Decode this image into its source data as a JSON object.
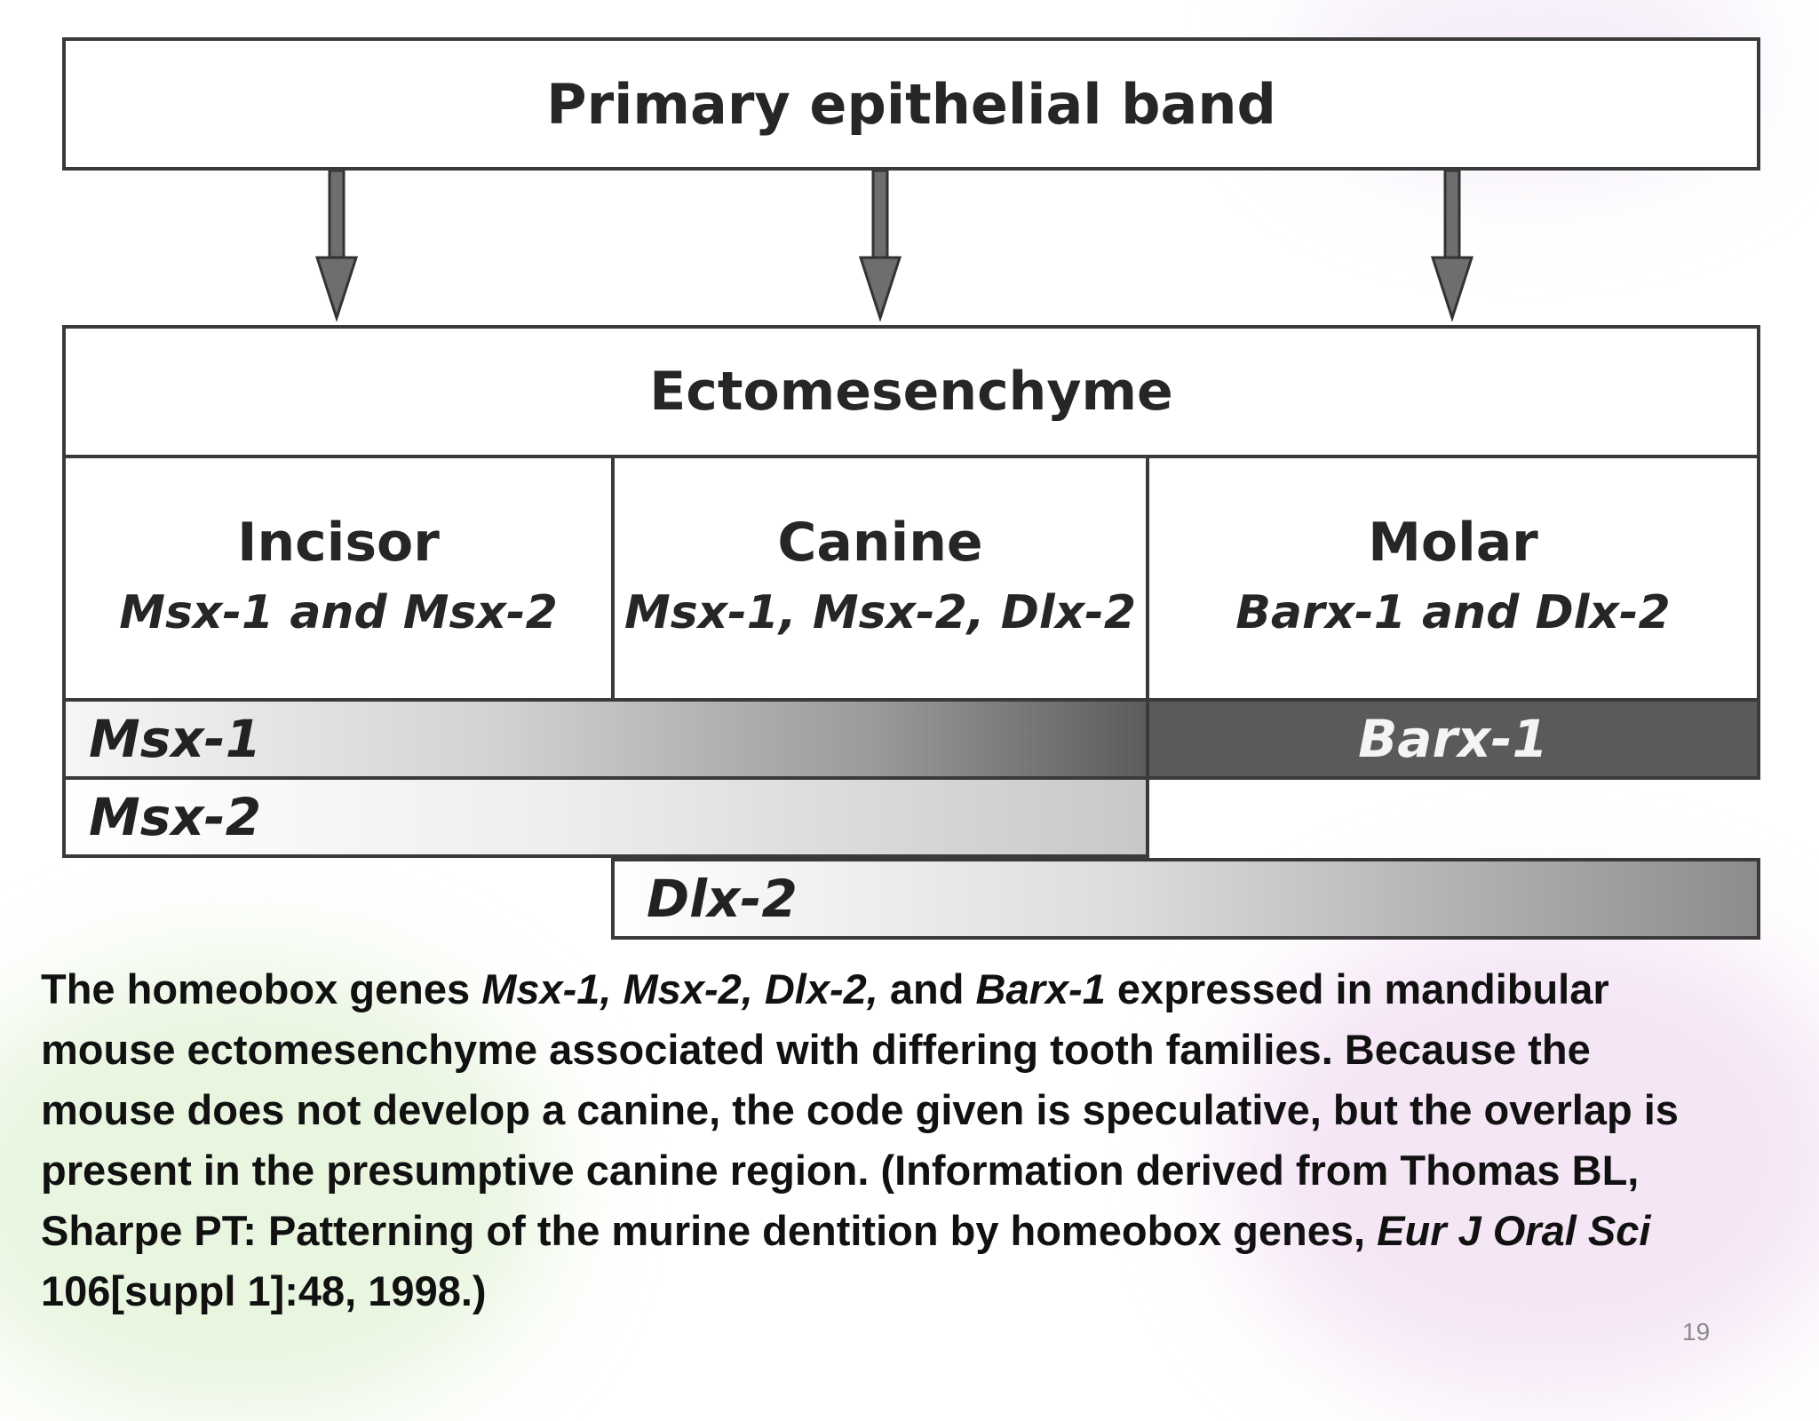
{
  "diagram": {
    "top_box": {
      "label": "Primary epithelial band"
    },
    "ecto_box": {
      "label": "Ectomesenchyme"
    },
    "columns": [
      {
        "name": "Incisor",
        "genes": "Msx-1 and Msx-2"
      },
      {
        "name": "Canine",
        "genes": "Msx-1, Msx-2, Dlx-2"
      },
      {
        "name": "Molar",
        "genes": "Barx-1 and Dlx-2"
      }
    ],
    "bars": [
      {
        "label": "Msx-1"
      },
      {
        "label": "Barx-1"
      },
      {
        "label": "Msx-2"
      },
      {
        "label": "Dlx-2"
      }
    ]
  },
  "caption": {
    "lines": [
      [
        {
          "t": " The homeobox genes "
        },
        {
          "t": "Msx-1, Msx-2, Dlx-2,",
          "i": true
        },
        {
          "t": " and "
        },
        {
          "t": "Barx-1",
          "i": true
        },
        {
          "t": " expressed in mandibular"
        }
      ],
      [
        {
          "t": "mouse ectomesenchyme associated with differing tooth families. Because the"
        }
      ],
      [
        {
          "t": "mouse does not develop a canine, the code given is speculative, but the overlap is"
        }
      ],
      [
        {
          "t": "present in the presumptive canine region.  (Information derived from Thomas BL,"
        }
      ],
      [
        {
          "t": "Sharpe PT: Patterning of the murine dentition by homeobox genes, "
        },
        {
          "t": "Eur J Oral Sci",
          "i": true
        }
      ],
      [
        {
          "t": "106[suppl 1]:48, 1998.)"
        }
      ]
    ]
  },
  "page_number": "19",
  "colors": {
    "border": "#3a3a3a",
    "arrow": "#6e6e6e",
    "barx_fill": "#5a5a5a",
    "text": "#111111"
  }
}
